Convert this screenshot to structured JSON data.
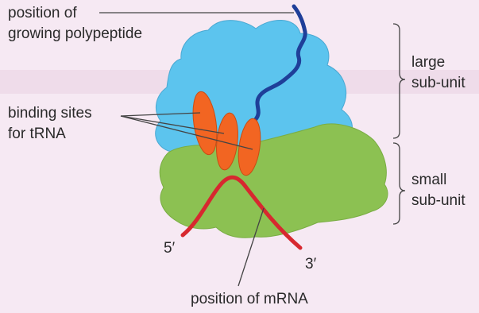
{
  "labels": {
    "polypeptide_line1": "position of",
    "polypeptide_line2": "growing polypeptide",
    "trna_line1": "binding sites",
    "trna_line2": "for tRNA",
    "large_line1": "large",
    "large_line2": "sub-unit",
    "small_line1": "small",
    "small_line2": "sub-unit",
    "mrna": "position of mRNA",
    "five_prime": "5′",
    "three_prime": "3′"
  },
  "colors": {
    "background": "#f6e9f3",
    "large_subunit": "#5cc4ee",
    "small_subunit": "#8cc152",
    "trna_site": "#f26522",
    "mrna": "#d7282f",
    "polypeptide": "#1f3f99",
    "leader_line": "#444444"
  },
  "elements": [
    "large-subunit",
    "small-subunit",
    "tRNA-binding-sites",
    "mRNA-strand",
    "polypeptide-chain"
  ]
}
